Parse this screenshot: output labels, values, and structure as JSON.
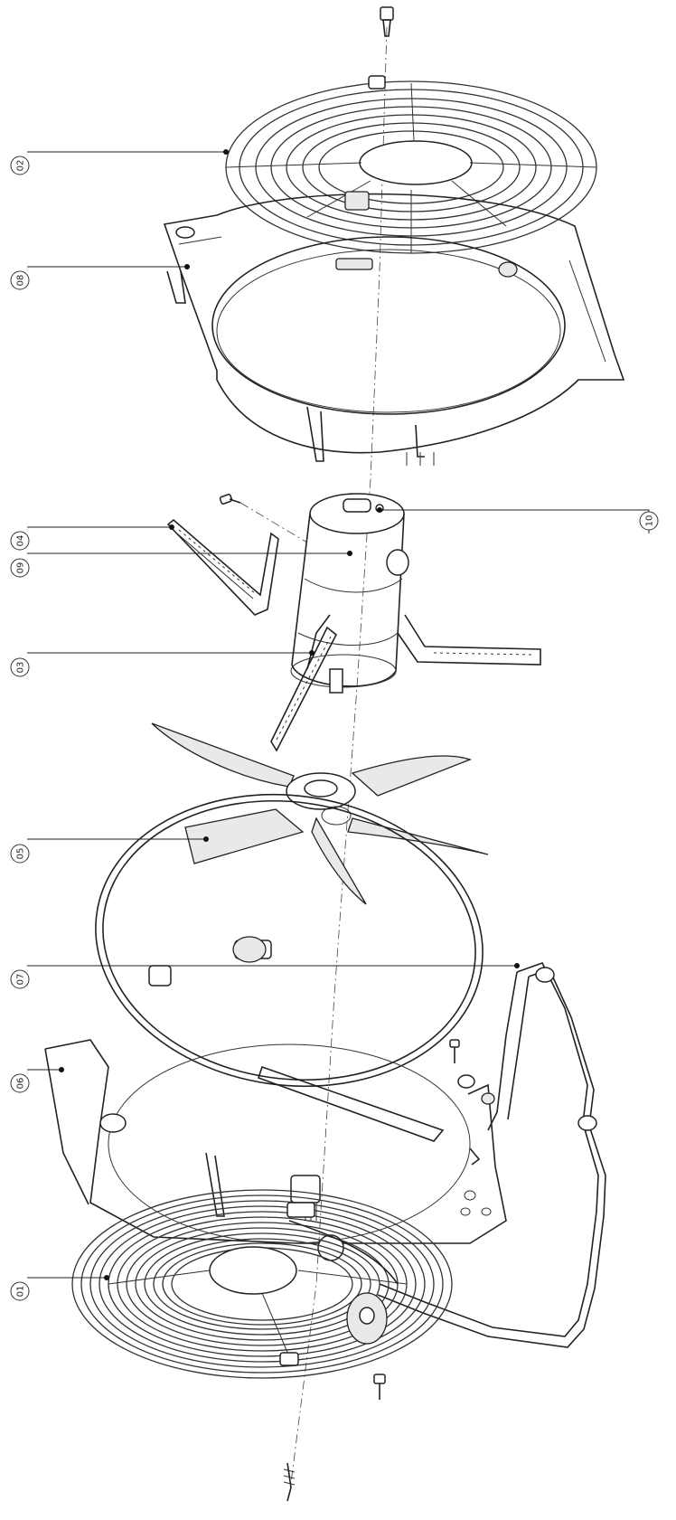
{
  "callouts": [
    {
      "id": "c02",
      "label": "02"
    },
    {
      "id": "c08",
      "label": "08"
    },
    {
      "id": "c10",
      "label": "10"
    },
    {
      "id": "c04",
      "label": "04"
    },
    {
      "id": "c09",
      "label": "09"
    },
    {
      "id": "c03",
      "label": "03"
    },
    {
      "id": "c05",
      "label": "05"
    },
    {
      "id": "c07",
      "label": "07"
    },
    {
      "id": "c06",
      "label": "06"
    },
    {
      "id": "c01",
      "label": "01"
    }
  ]
}
